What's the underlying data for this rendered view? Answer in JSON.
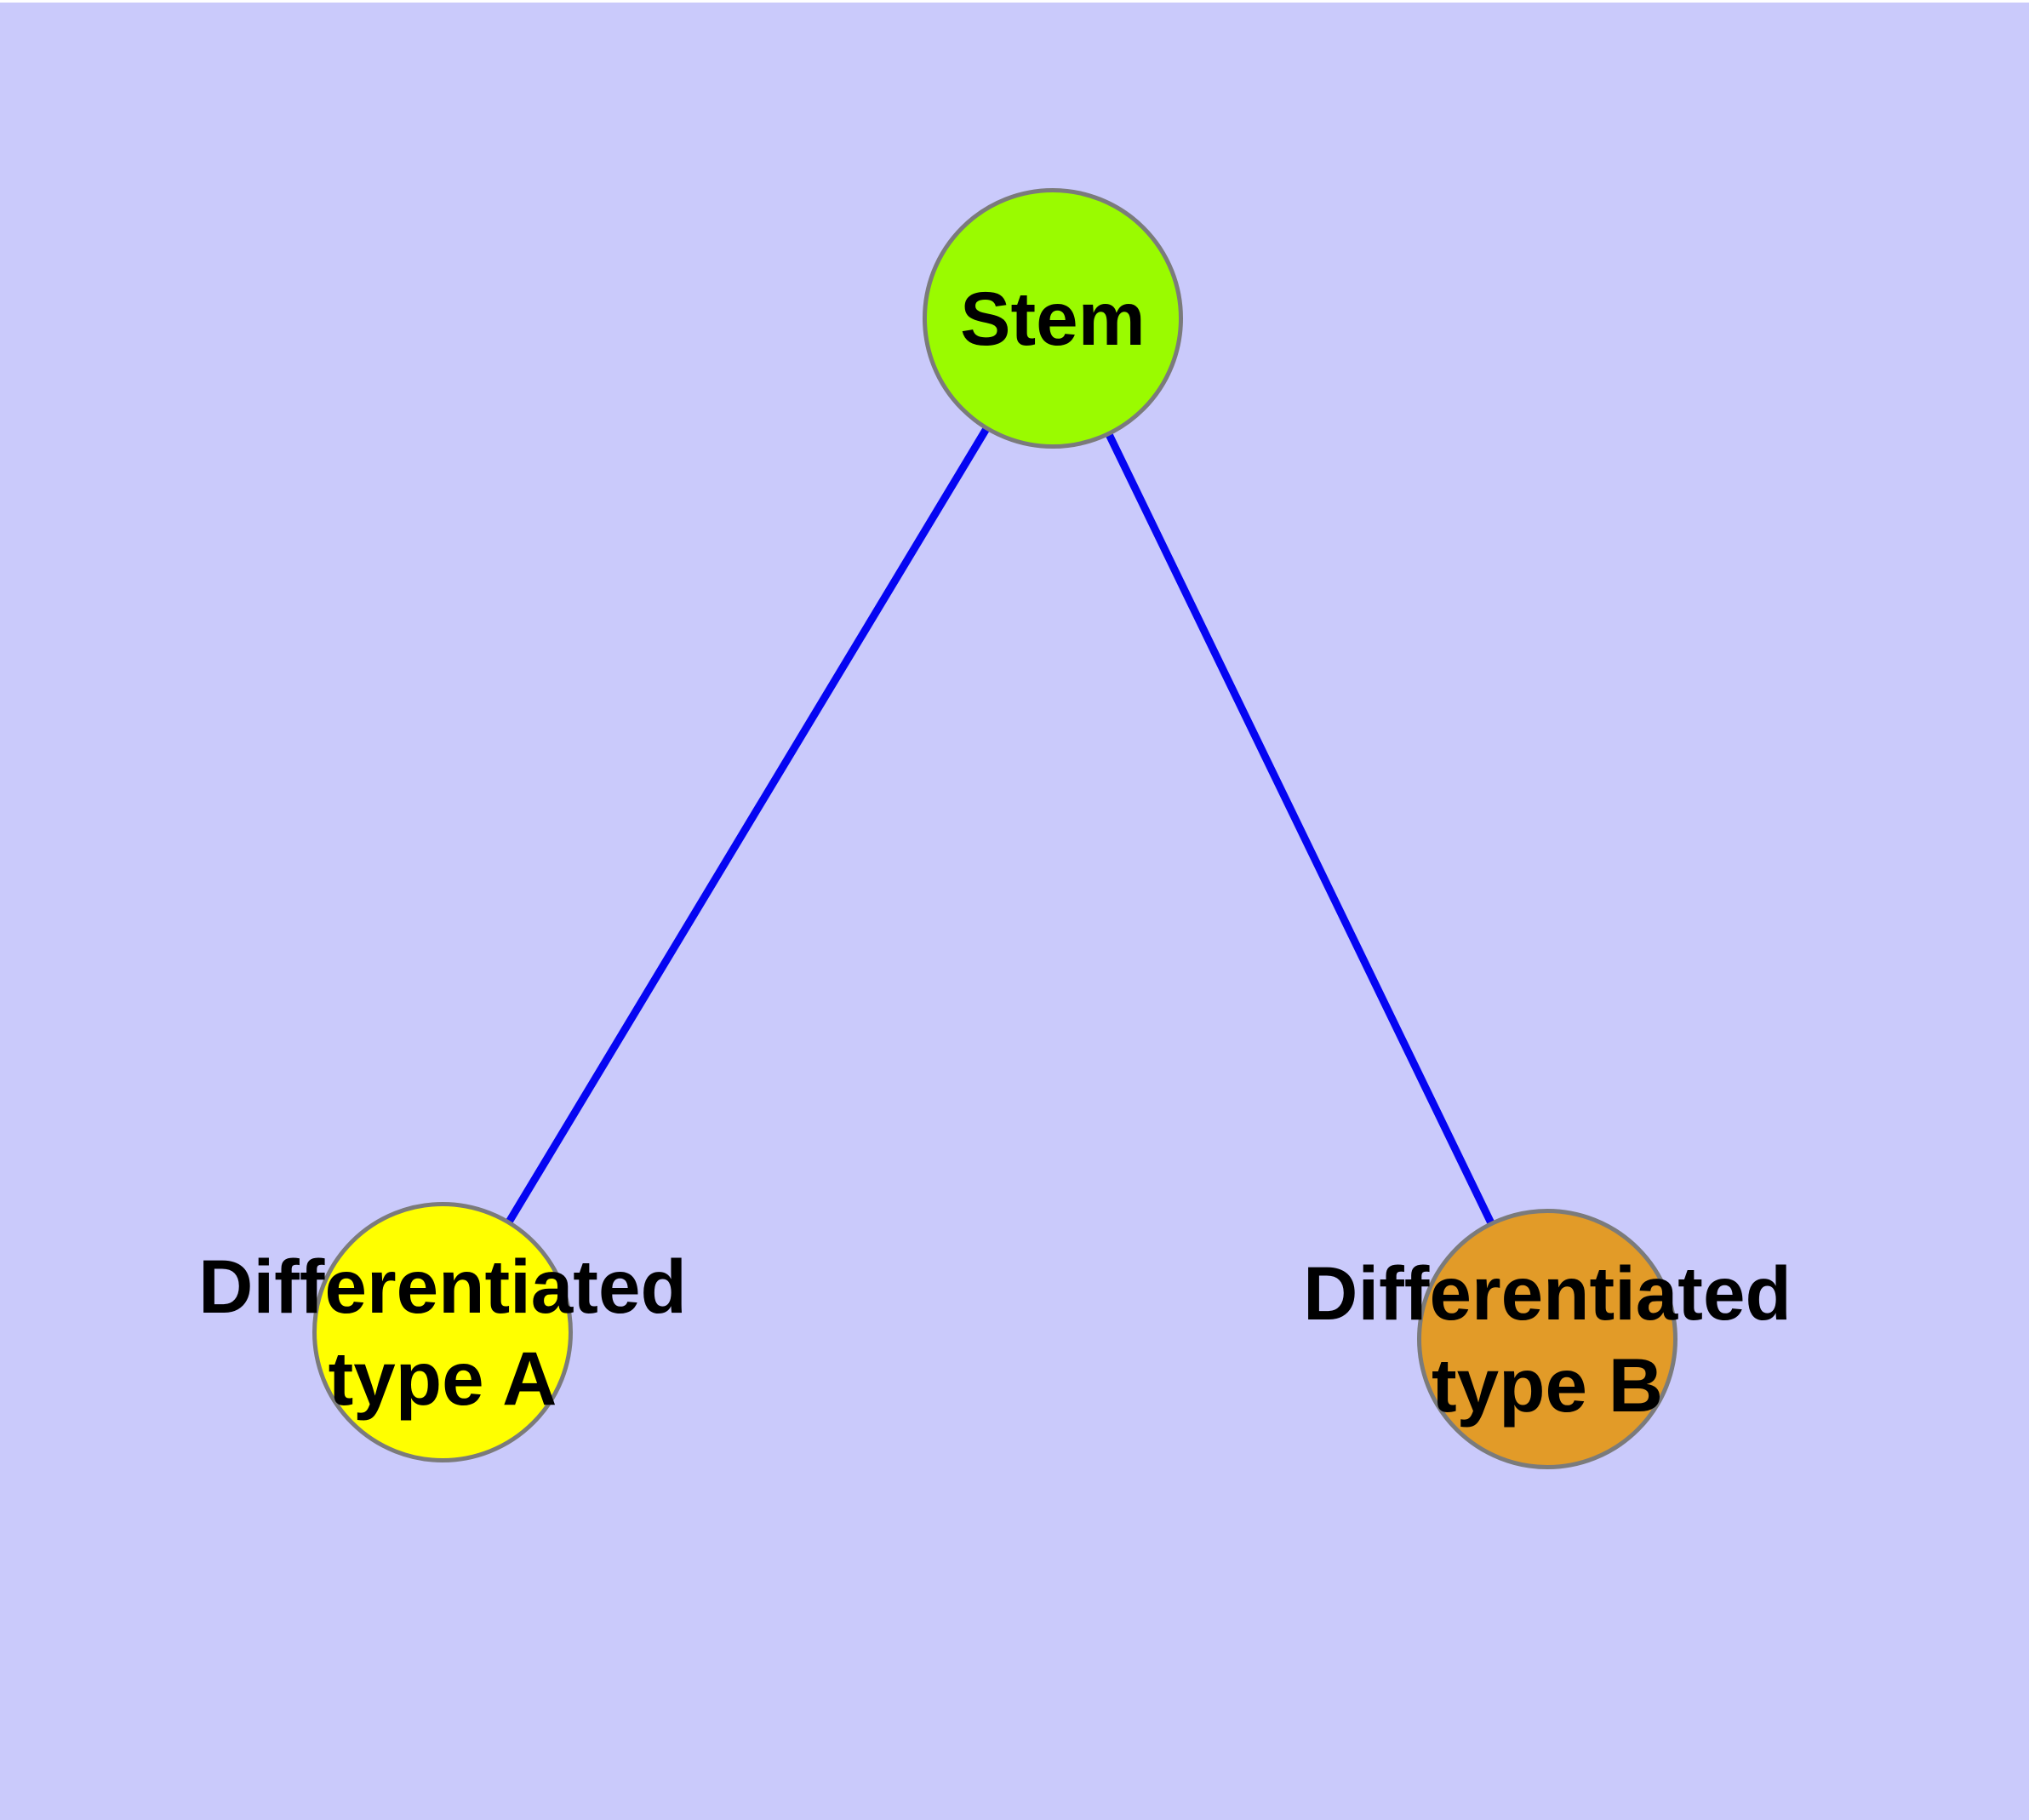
{
  "diagram": {
    "background_color": "#cacafb",
    "edge_color": "#0505f2",
    "node_border_color": "#7b7b7b",
    "label_color": "#000000",
    "nodes": [
      {
        "id": "stem",
        "label_lines": [
          "Stem"
        ],
        "color": "#9afb00"
      },
      {
        "id": "differentiated-type-a",
        "label_lines": [
          "Differentiated",
          "type A"
        ],
        "color": "#ffff00"
      },
      {
        "id": "differentiated-type-b",
        "label_lines": [
          "Differentiated",
          "type B"
        ],
        "color": "#e29b28"
      }
    ],
    "edges": [
      {
        "from": "stem",
        "to": "differentiated-type-a"
      },
      {
        "from": "stem",
        "to": "differentiated-type-b"
      }
    ]
  }
}
